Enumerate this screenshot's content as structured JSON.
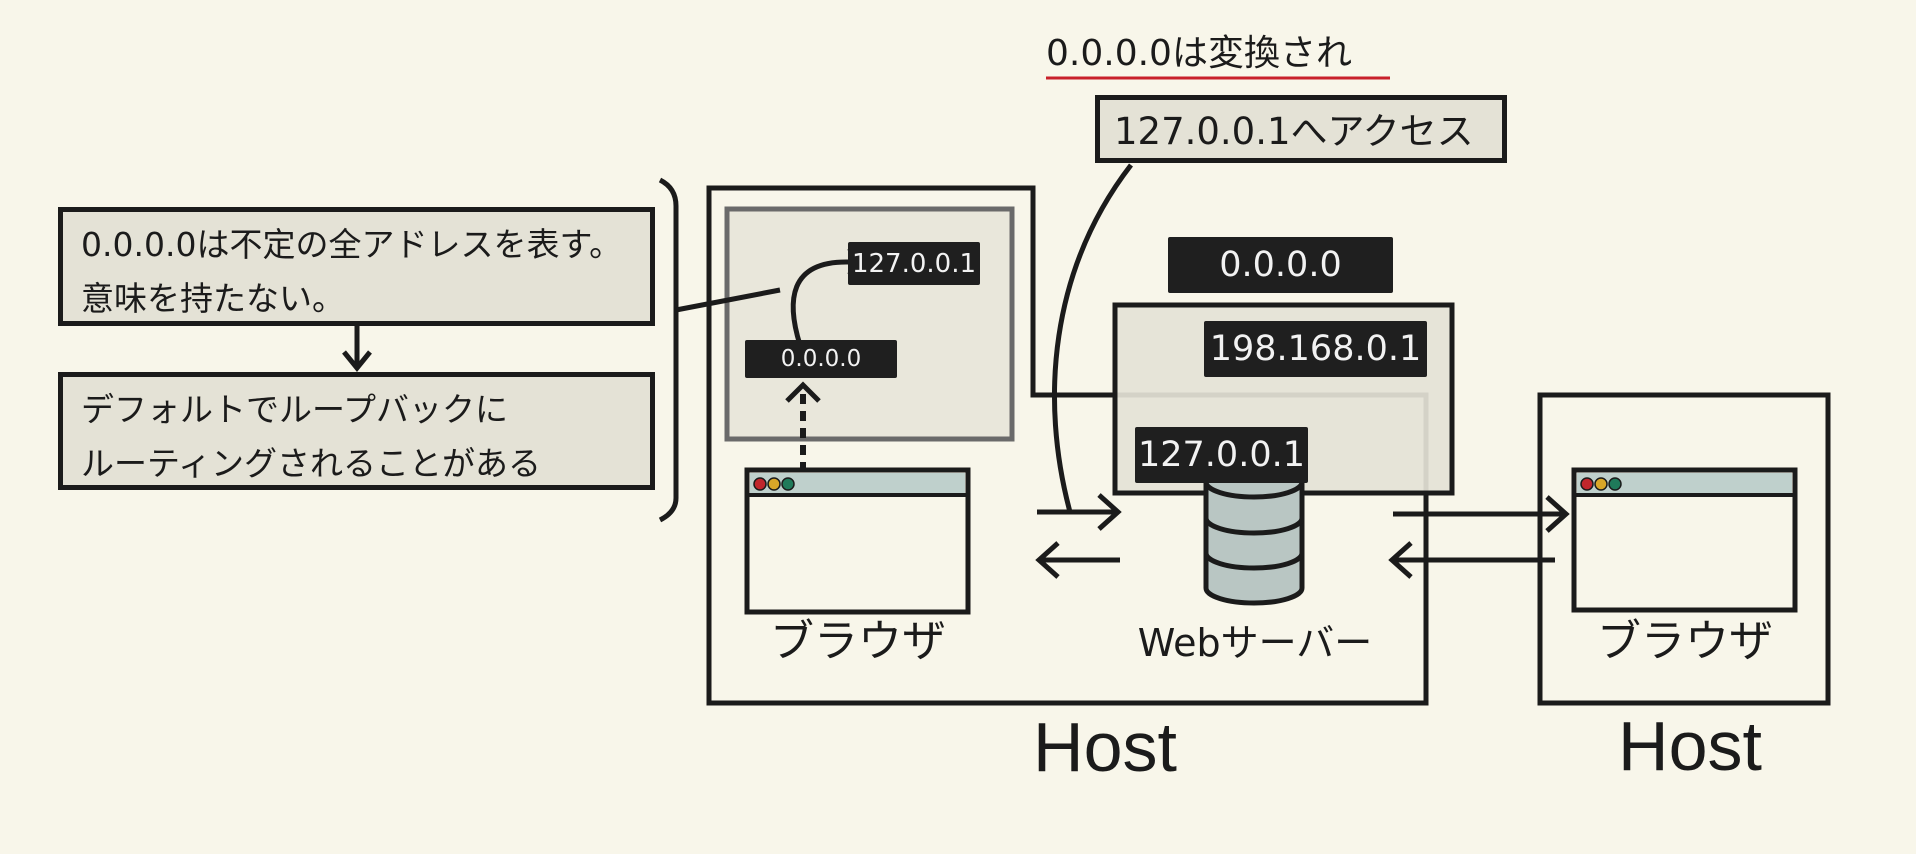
{
  "notes": {
    "top_line1": "0.0.0.0は変換され",
    "top_line2": "127.0.0.1へアクセス",
    "left_line1": "0.0.0.0は不定の全アドレスを表す。",
    "left_line2": "意味を持たない。",
    "left2_line1": "デフォルトでループバックに",
    "left2_line2": "ルーティングされることがある"
  },
  "inner_view": {
    "top_label": "127.0.0.1",
    "bottom_label": "0.0.0.0"
  },
  "server": {
    "any_address": "0.0.0.0",
    "lan_address": "198.168.0.1",
    "loopback_address": "127.0.0.1",
    "label": "Webサーバー"
  },
  "browsers": {
    "local_label": "ブラウザ",
    "remote_label": "ブラウザ"
  },
  "hosts": {
    "local_label": "Host",
    "remote_label": "Host"
  },
  "colors": {
    "background": "#f8f6ea",
    "box_fill": "#e4e2d6",
    "stroke": "#1b1b1b",
    "inner_frame": "#6a6a6a",
    "underline": "#c8202a",
    "db_fill": "#b9c6c3",
    "dot_red": "#c0262c",
    "dot_yellow": "#d9a628",
    "dot_green": "#1f7a5a"
  },
  "icons": [
    "database-icon",
    "browser-window-icon",
    "arrow-icon",
    "bracket-icon"
  ]
}
